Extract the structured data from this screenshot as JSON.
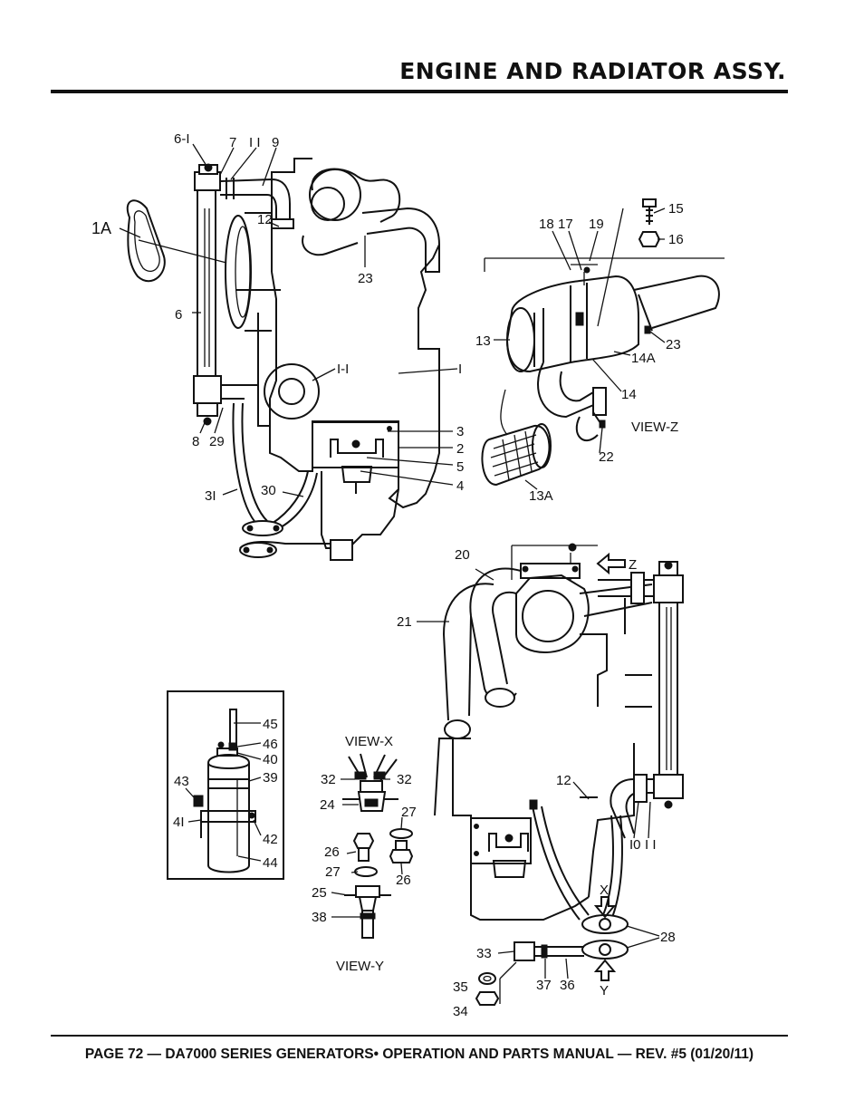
{
  "header": {
    "title": "ENGINE AND RADIATOR ASSY."
  },
  "footer": {
    "text": "PAGE 72 — DA7000 SERIES GENERATORS• OPERATION AND PARTS MANUAL — REV. #5 (01/20/11)"
  },
  "views": {
    "z": "VIEW-Z",
    "x": "VIEW-X",
    "y": "VIEW-Y"
  },
  "arrows": {
    "z": "Z",
    "x": "X",
    "y": "Y"
  },
  "callouts": {
    "c6_1": "6-I",
    "c7": "7",
    "c11a": "I I",
    "c9": "9",
    "c1A": "1A",
    "c12a": "12",
    "c23a": "23",
    "c6": "6",
    "c1_1": "I-I",
    "c1": "I",
    "c8": "8",
    "c29": "29",
    "c3": "3",
    "c2": "2",
    "c5": "5",
    "c4": "4",
    "c31": "3I",
    "c30": "30",
    "c15": "15",
    "c16": "16",
    "c18": "18",
    "c17": "17",
    "c19": "19",
    "c13": "13",
    "c23b": "23",
    "c14A": "14A",
    "c14": "14",
    "c22": "22",
    "c13A": "13A",
    "c20": "20",
    "c21": "21",
    "c12b": "12",
    "c10": "I0",
    "c11b": "I I",
    "c28": "28",
    "c33": "33",
    "c37": "37",
    "c36": "36",
    "c35": "35",
    "c34": "34",
    "c45": "45",
    "c46": "46",
    "c40": "40",
    "c39": "39",
    "c43": "43",
    "c41": "4I",
    "c42": "42",
    "c44": "44",
    "c32a": "32",
    "c32b": "32",
    "c24": "24",
    "c27a": "27",
    "c26a": "26",
    "c27b": "27",
    "c26b": "26",
    "c25": "25",
    "c38": "38"
  }
}
